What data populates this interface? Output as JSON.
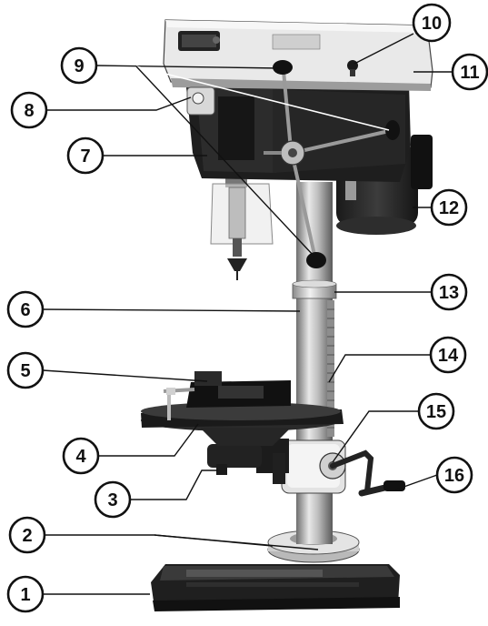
{
  "figure": {
    "subject": "drill press (bench/floor column drill) with numbered part callouts",
    "colors": {
      "ink": "#111111",
      "background": "#ffffff",
      "metal_light": "#c9c9c9",
      "metal_dark": "#2a2a2a",
      "head_cover": "#e6e6e6"
    }
  },
  "callouts": [
    {
      "number": "1"
    },
    {
      "number": "2"
    },
    {
      "number": "3"
    },
    {
      "number": "4"
    },
    {
      "number": "5"
    },
    {
      "number": "6"
    },
    {
      "number": "7"
    },
    {
      "number": "8"
    },
    {
      "number": "9"
    },
    {
      "number": "10"
    },
    {
      "number": "11"
    },
    {
      "number": "12"
    },
    {
      "number": "13"
    },
    {
      "number": "14"
    },
    {
      "number": "15"
    },
    {
      "number": "16"
    }
  ]
}
